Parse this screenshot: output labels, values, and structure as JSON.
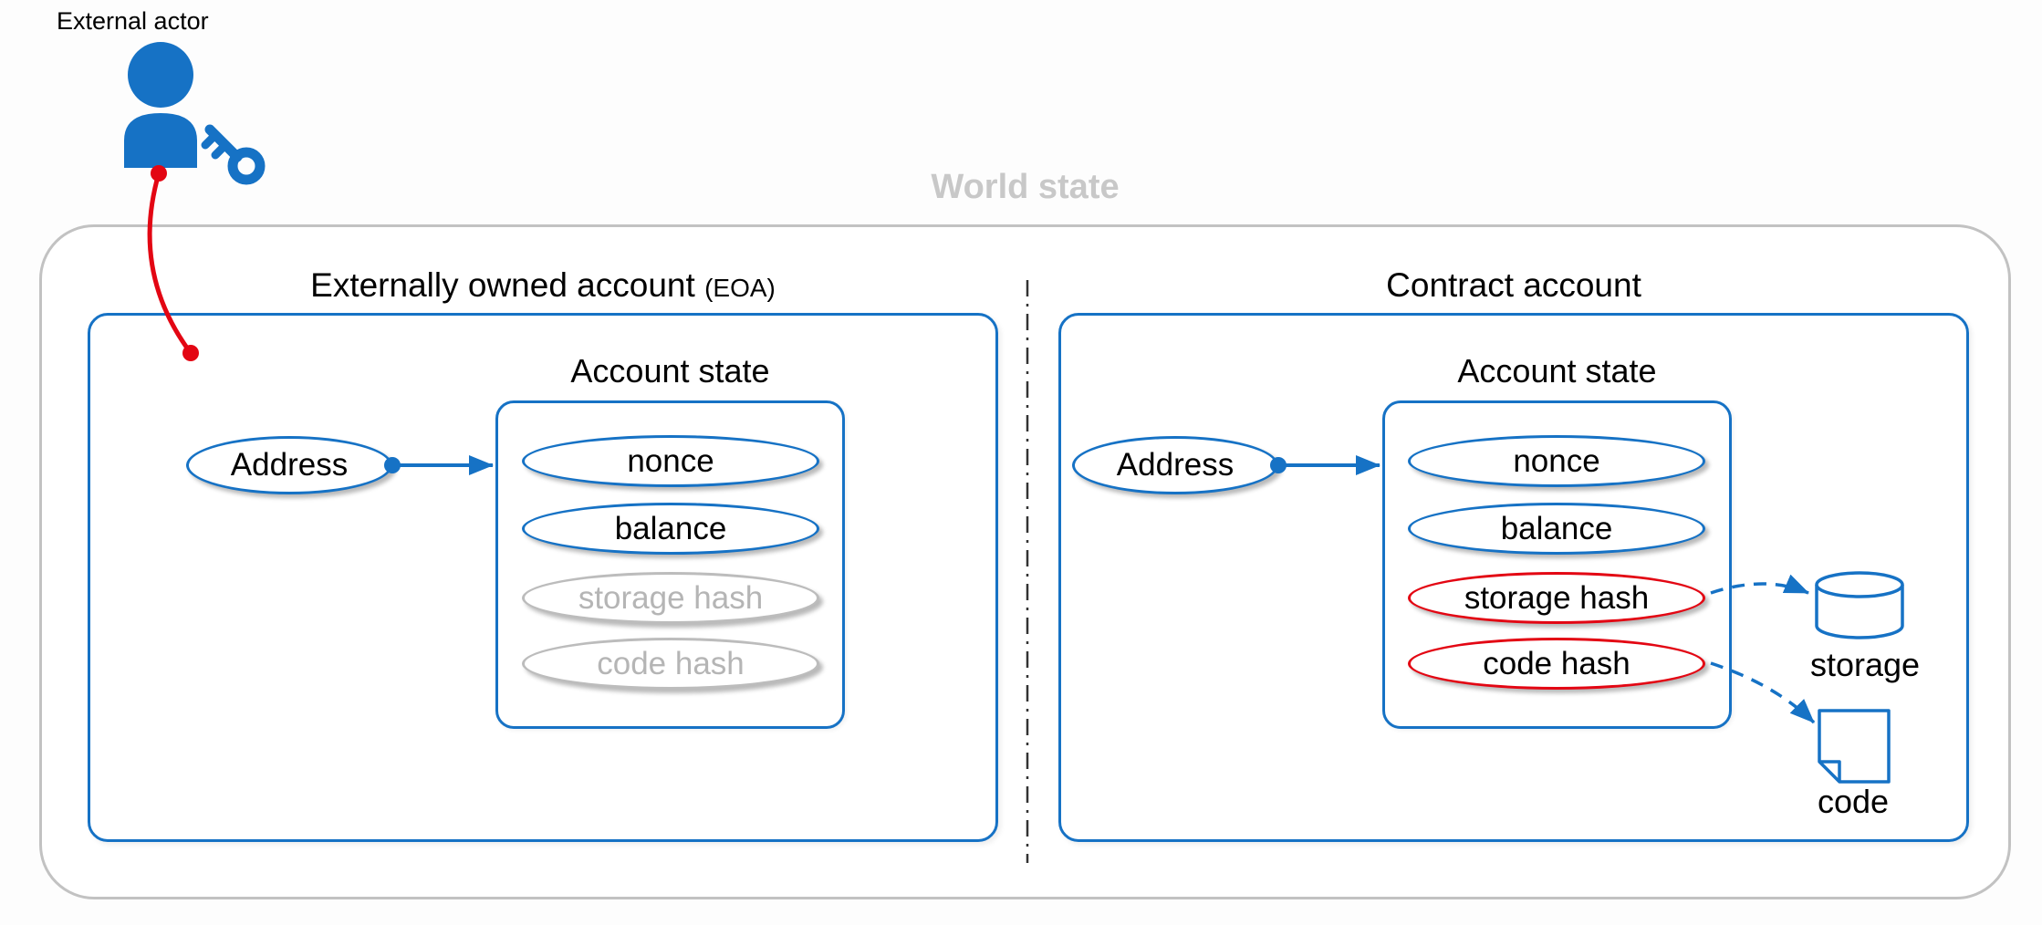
{
  "colors": {
    "blue": "#1672c5",
    "red": "#e30613",
    "gray_border": "#bcbcbc",
    "gray_text": "#b5b5b5",
    "world_state_gray": "#c8c8c8",
    "divider": "#333333",
    "text": "#000000"
  },
  "external_actor": {
    "label": "External actor"
  },
  "world_state": {
    "label": "World state"
  },
  "eoa": {
    "title": "Externally owned account",
    "title_suffix": "(EOA)",
    "account_state_title": "Account state",
    "address_label": "Address",
    "fields": [
      {
        "label": "nonce",
        "style": "blue"
      },
      {
        "label": "balance",
        "style": "blue"
      },
      {
        "label": "storage hash",
        "style": "gray"
      },
      {
        "label": "code hash",
        "style": "gray"
      }
    ]
  },
  "contract": {
    "title": "Contract account",
    "account_state_title": "Account state",
    "address_label": "Address",
    "fields": [
      {
        "label": "nonce",
        "style": "blue"
      },
      {
        "label": "balance",
        "style": "blue"
      },
      {
        "label": "storage hash",
        "style": "red"
      },
      {
        "label": "code hash",
        "style": "red"
      }
    ],
    "storage_label": "storage",
    "code_label": "code"
  }
}
